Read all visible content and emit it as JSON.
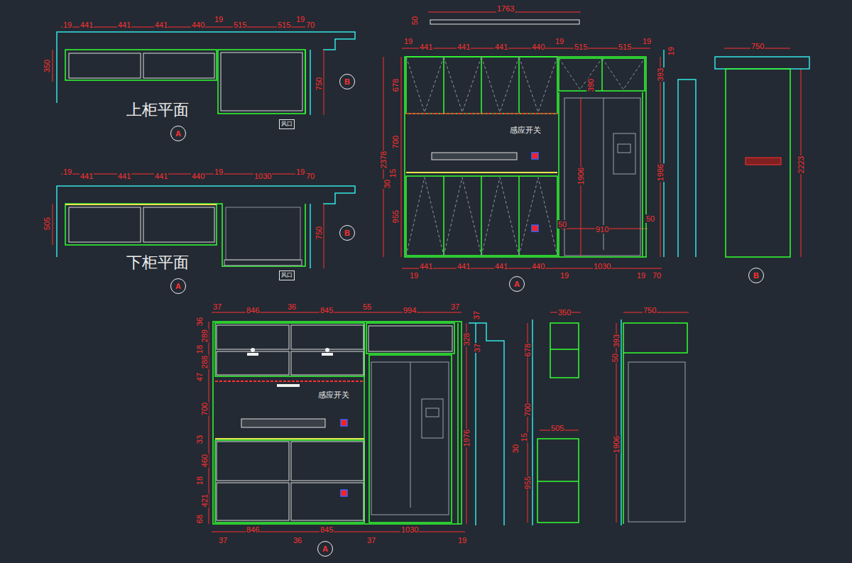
{
  "diagram": {
    "nodes": [
      {
        "text": [
          "风口"
        ]
      },
      {
        "text": [
          "A"
        ]
      },
      {
        "text": [
          "B"
        ]
      },
      {
        "text": [
          "风口"
        ]
      },
      {
        "text": [
          "A"
        ]
      },
      {
        "text": [
          "B"
        ]
      },
      {
        "text": [
          "A"
        ]
      },
      {
        "text": [
          "B"
        ]
      },
      {
        "text": [
          "A"
        ]
      }
    ],
    "labels": [
      "19",
      "441",
      "441",
      "441",
      "440",
      "19",
      "515",
      "515",
      "19",
      "70",
      "350",
      "750",
      "上柜平面",
      "19",
      "441",
      "441",
      "441",
      "440",
      "19",
      "1030",
      "19",
      "70",
      "505",
      "750",
      "下柜平面",
      "1763",
      "50",
      "19",
      "441",
      "441",
      "441",
      "440",
      "19",
      "515",
      "515",
      "19",
      "19",
      "393",
      "750",
      "2378",
      "678",
      "700",
      "15",
      "30",
      "955",
      "390",
      "感应开关",
      "1906",
      "1986",
      "2223",
      "50",
      "910",
      "50",
      "441",
      "441",
      "441",
      "440",
      "1030",
      "19",
      "19",
      "19",
      "70",
      "37",
      "846",
      "36",
      "845",
      "55",
      "994",
      "37",
      "37",
      "328",
      "37",
      "36",
      "289",
      "18",
      "288",
      "47",
      "700",
      "33",
      "460",
      "18",
      "421",
      "68",
      "感应开关",
      "1976",
      "846",
      "845",
      "1030",
      "37",
      "36",
      "37",
      "19",
      "350",
      "678",
      "700",
      "505",
      "15",
      "30",
      "955",
      "750",
      "393",
      "50",
      "1906"
    ]
  }
}
